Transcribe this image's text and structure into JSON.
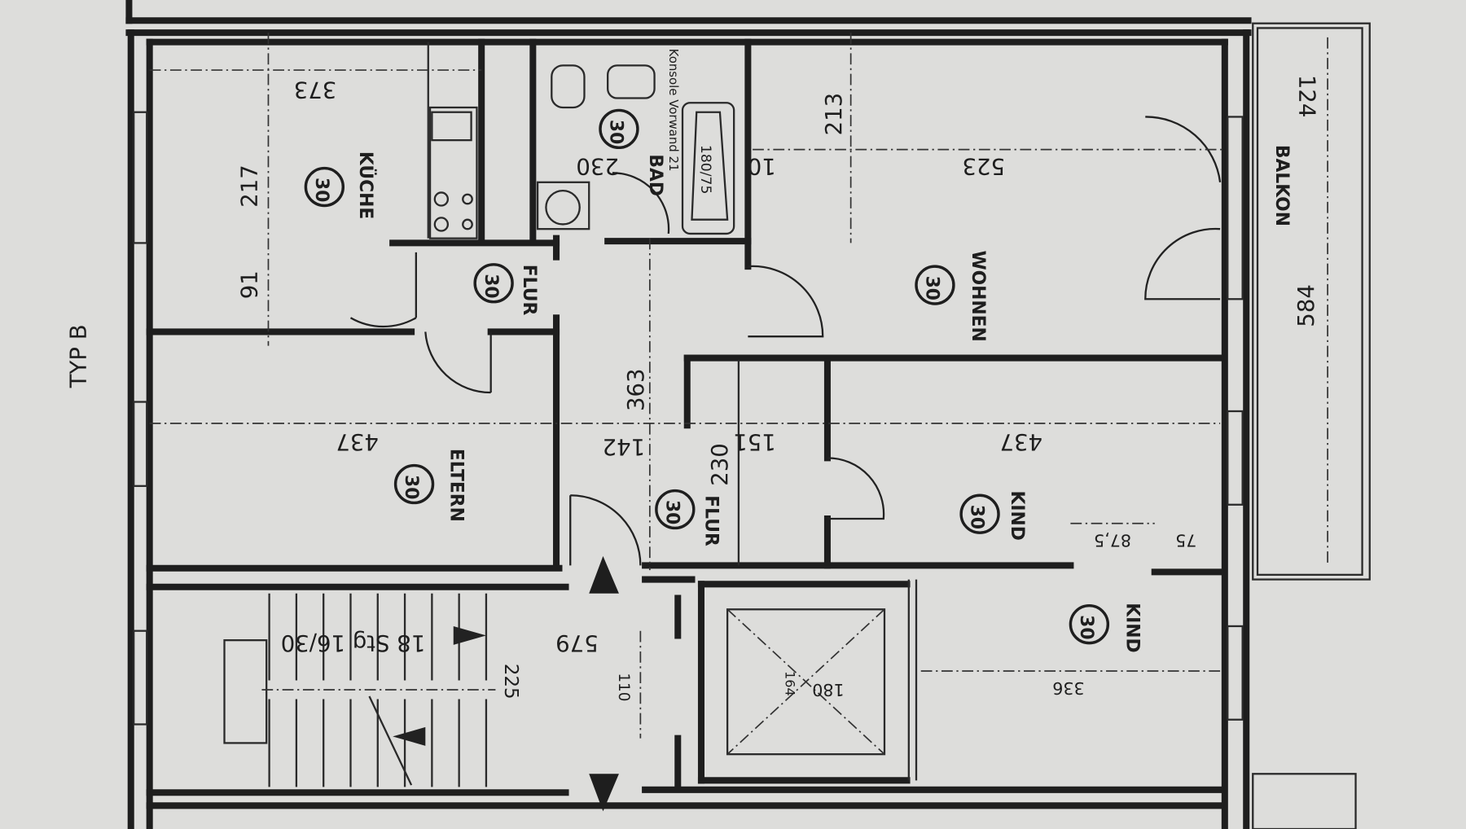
{
  "title": "TYP B",
  "rooms": {
    "kitchen": {
      "name": "KÜCHE",
      "code": "30"
    },
    "bath": {
      "name": "BAD",
      "code": "30",
      "note": "Konsole Vorwand 21",
      "tub": "180/75"
    },
    "hall_upper": {
      "name": "FLUR",
      "code": "30"
    },
    "living": {
      "name": "WOHNEN",
      "code": "30"
    },
    "balcony": {
      "name": "BALKON"
    },
    "parents": {
      "name": "ELTERN",
      "code": "30"
    },
    "hall_lower": {
      "name": "FLUR",
      "code": "30"
    },
    "child1": {
      "name": "KIND",
      "code": "30"
    },
    "child2": {
      "name": "KIND",
      "code": "30"
    }
  },
  "dimensions": {
    "kitchen_width": "373",
    "kitchen_depth": "217",
    "kitchen_gap": "91",
    "bath_width": "230",
    "wall": "10",
    "living_depth": "213",
    "living_width": "523",
    "balcony_depth": "124",
    "balcony_length": "584",
    "hall_length": "363",
    "parents_width": "437",
    "hall_width": "142",
    "flur_length": "230",
    "small_width": "151",
    "child1_width": "437",
    "child1_door": "87,5",
    "child1_side": "75",
    "stair_landing": "579",
    "stairs": "18 Stg 16/30",
    "stair_width": "225",
    "lift_a": "110",
    "lift_b": "180",
    "lift_depth": "164",
    "child2_width": "336"
  }
}
